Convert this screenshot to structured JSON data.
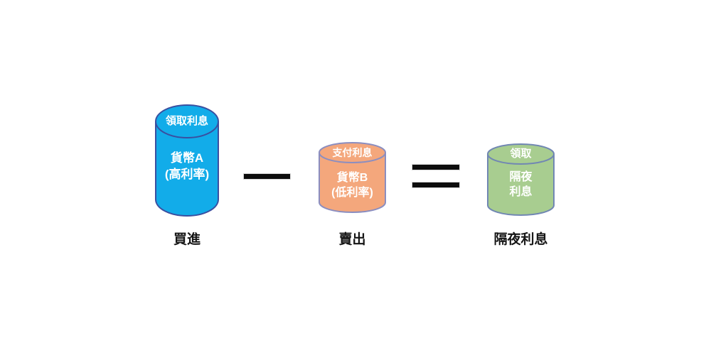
{
  "canvas": {
    "background": "#ffffff"
  },
  "cylinders": [
    {
      "name": "buy-currency-a",
      "top_text": "領取利息",
      "body_lines": [
        "貨幣A",
        "(高利率)"
      ],
      "label": "買進",
      "fill": "#12ACE9",
      "stroke": "#3A4FA0",
      "text_color": "#ffffff"
    },
    {
      "name": "sell-currency-b",
      "top_text": "支付利息",
      "body_lines": [
        "貨幣B",
        "(低利率)"
      ],
      "label": "賣出",
      "fill": "#F4A77C",
      "stroke": "#8B8EC0",
      "text_color": "#ffffff"
    },
    {
      "name": "overnight-interest",
      "top_text": "領取",
      "body_lines": [
        "隔夜",
        "利息"
      ],
      "label": "隔夜利息",
      "fill": "#A8CD90",
      "stroke": "#7187B3",
      "text_color": "#ffffff"
    }
  ],
  "operators": [
    {
      "name": "minus",
      "symbol": "−",
      "color": "#0d0d0d"
    },
    {
      "name": "equals",
      "symbol": "=",
      "color": "#0d0d0d"
    }
  ]
}
